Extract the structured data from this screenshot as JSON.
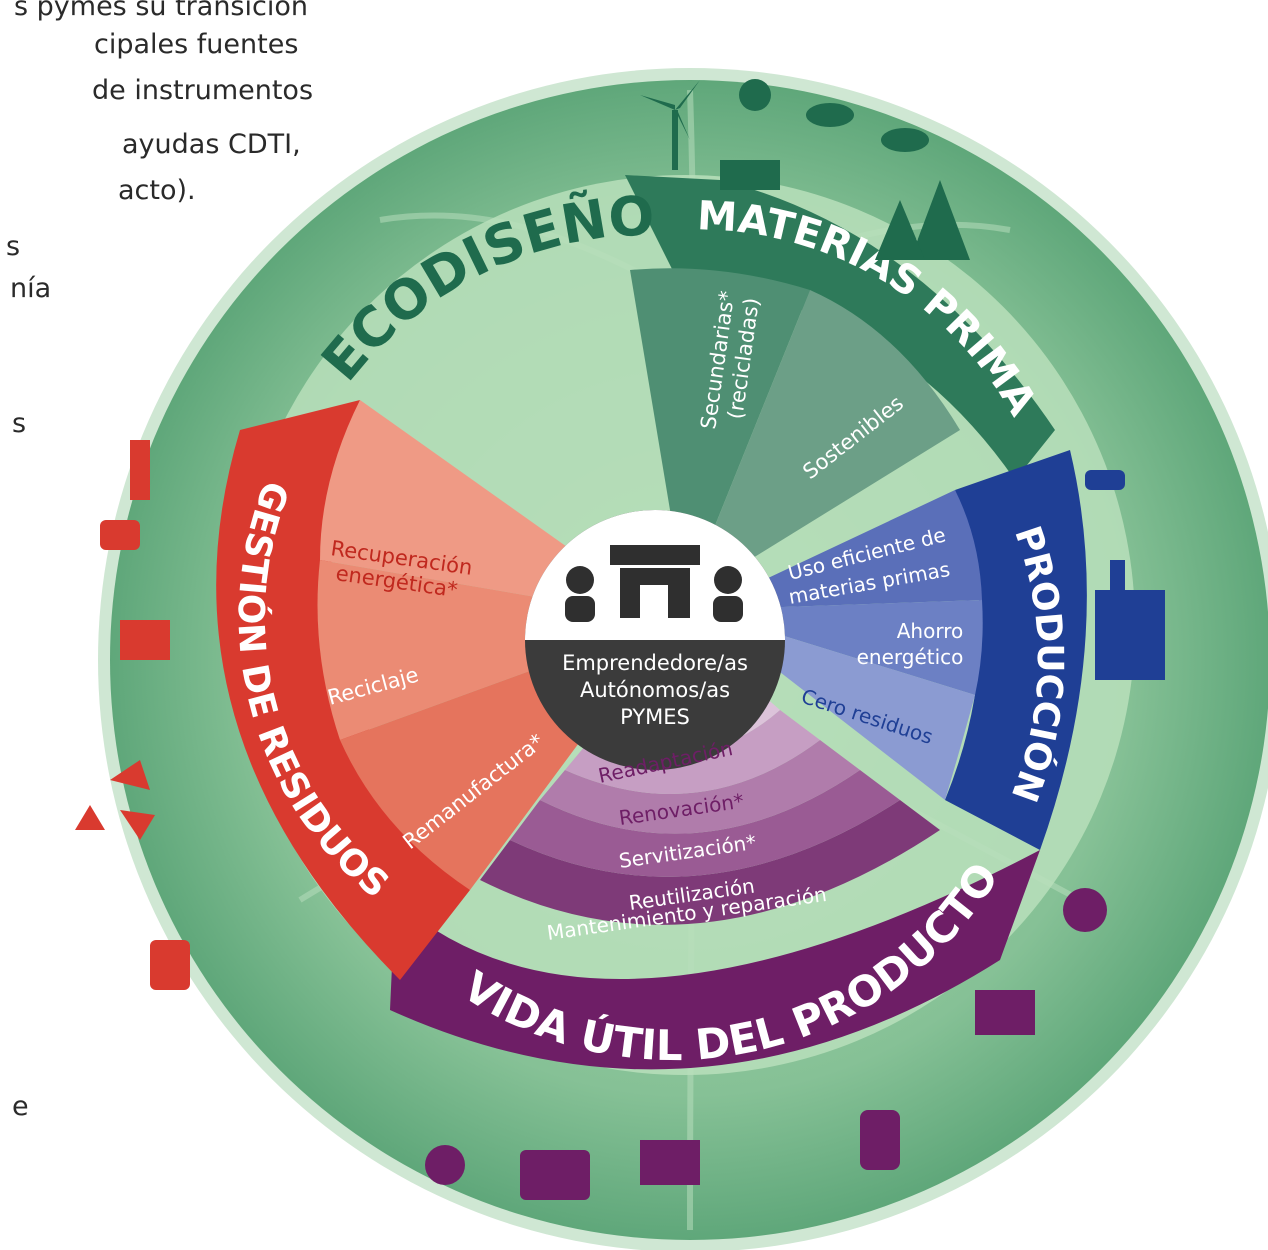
{
  "left_text_lines": [
    "s pymes su transición",
    "cipales fuentes",
    "de instrumentos",
    "ayudas CDTI,",
    "acto).",
    "s",
    "nía",
    "s",
    "e"
  ],
  "wheel": {
    "center": {
      "lines": [
        "Emprendedore/as",
        "Autónomos/as",
        "PYMES"
      ]
    },
    "sectors": {
      "ecodiseno": {
        "title": "ECODISEÑO",
        "color": "#a9d3ac"
      },
      "materias_primas": {
        "title": "MATERIAS PRIMAS",
        "color": "#2e7a5a",
        "items": [
          "Secundarias*",
          "(recicladas)",
          "Sostenibles"
        ]
      },
      "produccion": {
        "title": "PRODUCCIÓN",
        "color": "#1f3f95",
        "items": [
          "Uso eficiente de",
          "materias primas",
          "Ahorro",
          "energético",
          "Cero residuos"
        ]
      },
      "vida_util": {
        "title": "VIDA ÚTIL DEL PRODUCTO",
        "color": "#6e1e66",
        "items": [
          "Readaptación",
          "Renovación*",
          "Servitización*",
          "Reutilización",
          "Mantenimiento y reparación"
        ]
      },
      "gestion_residuos": {
        "title": "GESTIÓN DE RESIDUOS",
        "color": "#d93a2f",
        "items": [
          "Recuperación",
          "energética*",
          "Reciclaje",
          "Remanufactura*"
        ]
      }
    }
  }
}
